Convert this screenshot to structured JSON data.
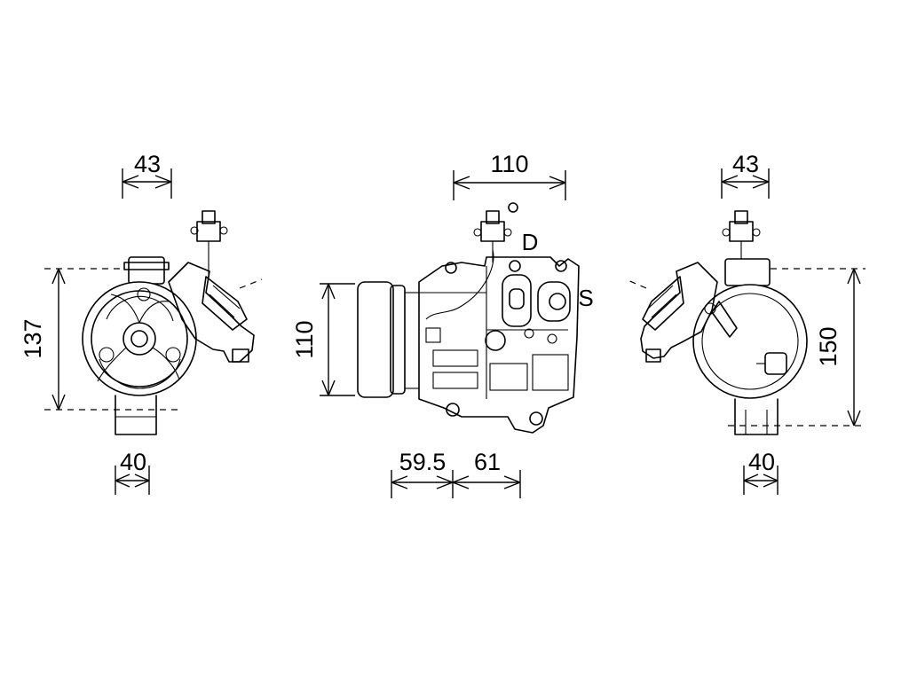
{
  "dimensions": {
    "left_top_width": "43",
    "left_height": "137",
    "left_bottom_width": "40",
    "center_top_width": "110",
    "center_height": "110",
    "center_bottom_left": "59.5",
    "center_bottom_right": "61",
    "right_top_width": "43",
    "right_height": "150",
    "right_bottom_width": "40"
  },
  "port_labels": {
    "discharge": "D",
    "suction": "S"
  }
}
